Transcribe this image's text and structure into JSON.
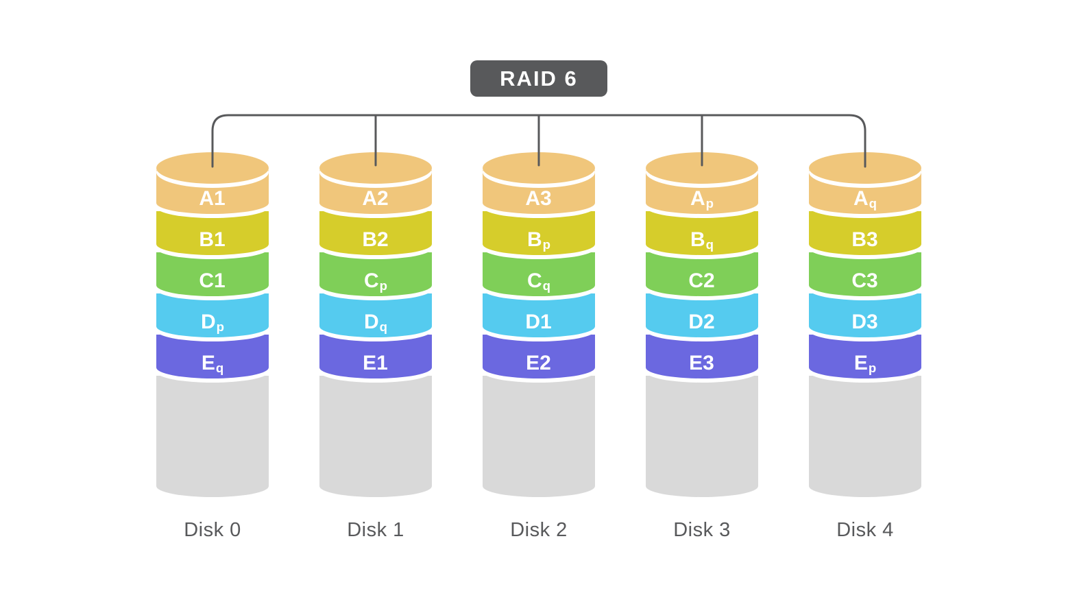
{
  "title": {
    "label": "RAID 6"
  },
  "colors": {
    "node_gray": "#58595B",
    "connector_line": "#58595B",
    "stripe_row_a": "#F0C67B",
    "stripe_row_b": "#D6CD2B",
    "stripe_row_c": "#7FCF58",
    "stripe_row_d": "#55CBEF",
    "stripe_row_e": "#6B68E0",
    "free_space_gray": "#D9D9D9",
    "stripe_text": "#FFFFFF"
  },
  "disks": [
    {
      "name": "Disk 0",
      "segments": [
        {
          "main": "A1",
          "sub": ""
        },
        {
          "main": "B1",
          "sub": ""
        },
        {
          "main": "C1",
          "sub": ""
        },
        {
          "main": "D",
          "sub": "p"
        },
        {
          "main": "E",
          "sub": "q"
        }
      ]
    },
    {
      "name": "Disk 1",
      "segments": [
        {
          "main": "A2",
          "sub": ""
        },
        {
          "main": "B2",
          "sub": ""
        },
        {
          "main": "C",
          "sub": "p"
        },
        {
          "main": "D",
          "sub": "q"
        },
        {
          "main": "E1",
          "sub": ""
        }
      ]
    },
    {
      "name": "Disk 2",
      "segments": [
        {
          "main": "A3",
          "sub": ""
        },
        {
          "main": "B",
          "sub": "p"
        },
        {
          "main": "C",
          "sub": "q"
        },
        {
          "main": "D1",
          "sub": ""
        },
        {
          "main": "E2",
          "sub": ""
        }
      ]
    },
    {
      "name": "Disk 3",
      "segments": [
        {
          "main": "A",
          "sub": "p"
        },
        {
          "main": "B",
          "sub": "q"
        },
        {
          "main": "C2",
          "sub": ""
        },
        {
          "main": "D2",
          "sub": ""
        },
        {
          "main": "E3",
          "sub": ""
        }
      ]
    },
    {
      "name": "Disk 4",
      "segments": [
        {
          "main": "A",
          "sub": "q"
        },
        {
          "main": "B3",
          "sub": ""
        },
        {
          "main": "C3",
          "sub": ""
        },
        {
          "main": "D3",
          "sub": ""
        },
        {
          "main": "E",
          "sub": "p"
        }
      ]
    }
  ]
}
